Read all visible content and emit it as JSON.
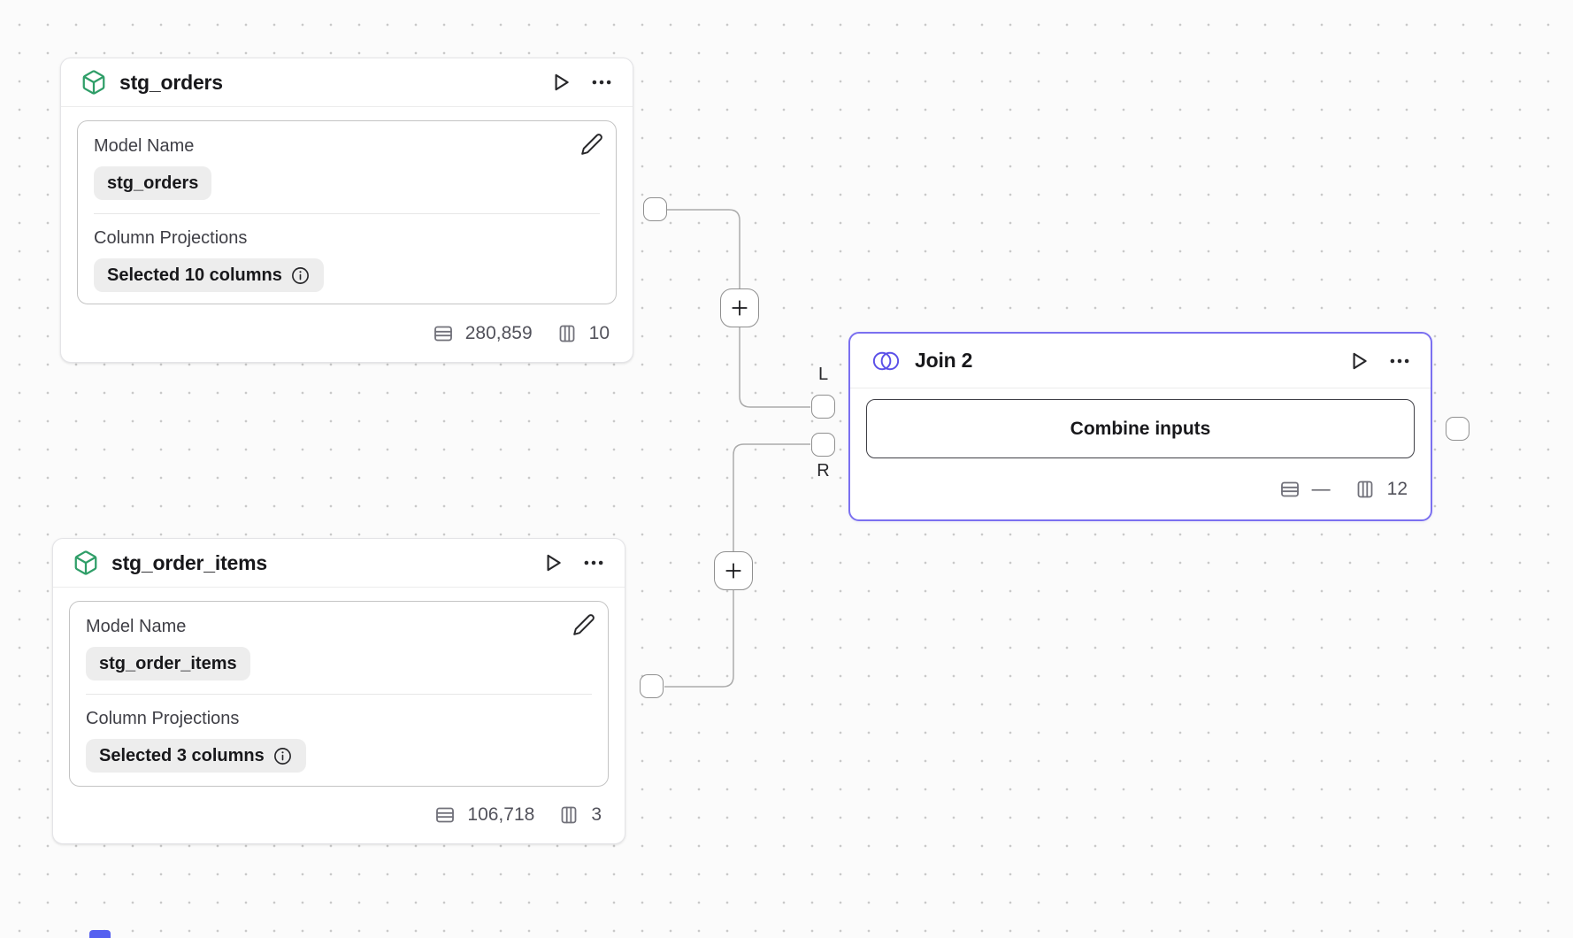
{
  "colors": {
    "accent_purple": "#7b70f0",
    "join_icon_purple": "#5b50e8",
    "model_icon_green": "#2f9e68",
    "canvas_bg": "#fbfbfb",
    "edge_gray": "#ababab",
    "chip_bg": "#ededed"
  },
  "nodes": {
    "stg_orders": {
      "title": "stg_orders",
      "fields": {
        "model_name": {
          "label": "Model Name",
          "value": "stg_orders"
        },
        "column_projections": {
          "label": "Column Projections",
          "value": "Selected 10 columns"
        }
      },
      "stats": {
        "rows": "280,859",
        "columns": "10"
      }
    },
    "stg_order_items": {
      "title": "stg_order_items",
      "fields": {
        "model_name": {
          "label": "Model Name",
          "value": "stg_order_items"
        },
        "column_projections": {
          "label": "Column Projections",
          "value": "Selected 3 columns"
        }
      },
      "stats": {
        "rows": "106,718",
        "columns": "3"
      }
    },
    "join2": {
      "title": "Join 2",
      "combine_button": "Combine inputs",
      "stats": {
        "rows": "—",
        "columns": "12"
      },
      "ports": {
        "left": "L",
        "right": "R"
      }
    }
  },
  "icons": [
    "cube-icon",
    "play-icon",
    "ellipsis-icon",
    "pencil-icon",
    "info-icon",
    "rows-icon",
    "columns-icon",
    "join-icon",
    "plus-icon"
  ]
}
